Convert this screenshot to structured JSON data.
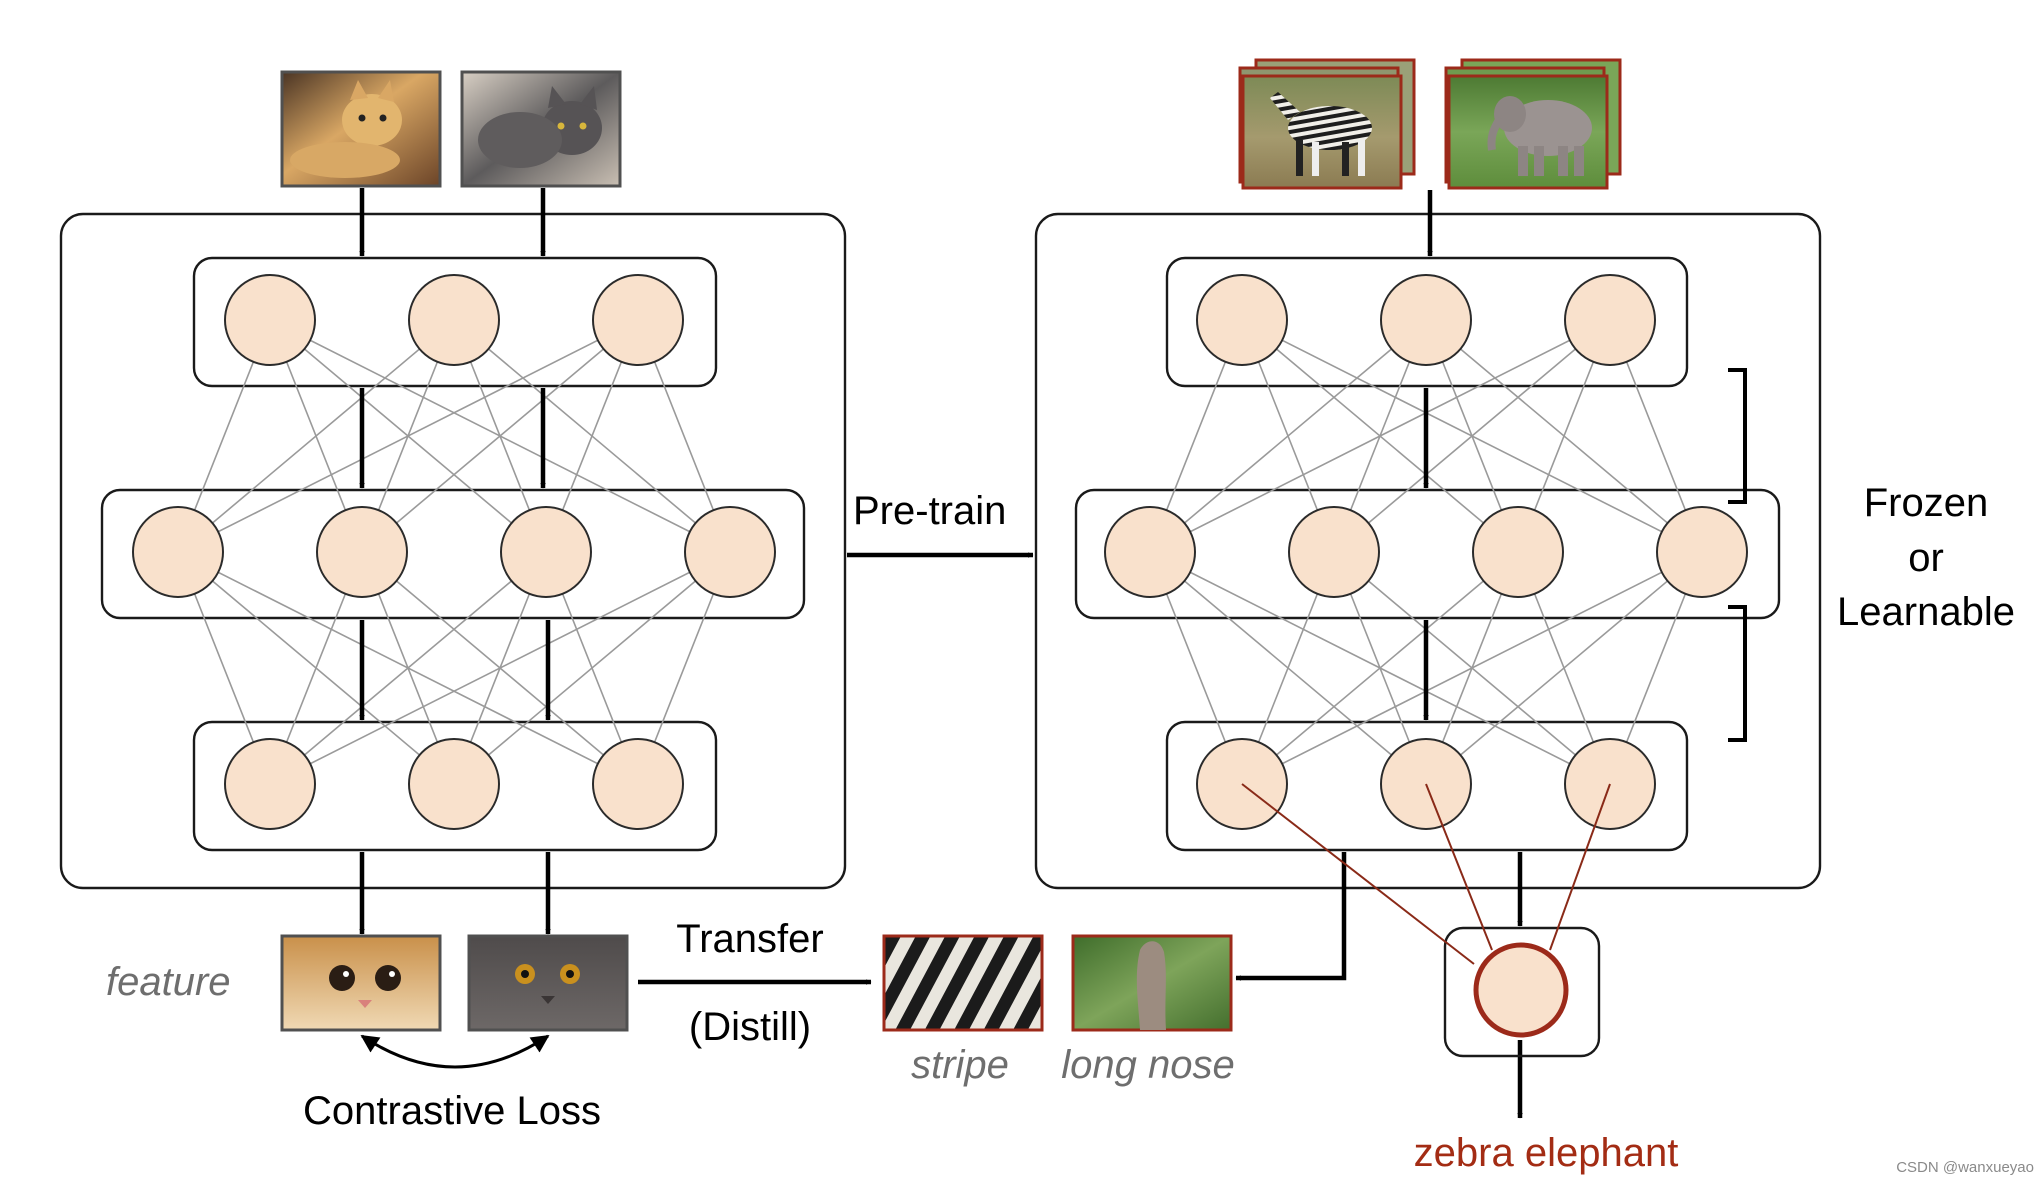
{
  "labels": {
    "pretrain": "Pre-train",
    "frozen_line1": "Frozen",
    "frozen_line2": "or",
    "frozen_line3": "Learnable",
    "feature": "feature",
    "transfer": "Transfer",
    "distill": "(Distill)",
    "contrastive_loss": "Contrastive Loss",
    "stripe": "stripe",
    "long_nose": "long nose",
    "output": "zebra elephant",
    "watermark": "CSDN @wanxueyao"
  },
  "images": {
    "cat_orange_input": "orange cat photo",
    "cat_grey_input": "grey cat photo",
    "zebra_input": "zebra photo stack",
    "elephant_input": "elephant photo stack",
    "cat_orange_feature": "orange cat face crop",
    "cat_grey_feature": "grey cat face crop",
    "stripe_feature": "zebra stripe patch",
    "nose_feature": "elephant trunk patch"
  },
  "network": {
    "layer_sizes": [
      3,
      4,
      3
    ]
  },
  "colors": {
    "node_fill": "#f9e1cc",
    "node_stroke": "#2b2b2b",
    "box_stroke": "#1a1a1a",
    "connection": "#9a9a9a",
    "arrow": "#000000",
    "accent_red": "#9c2a1a",
    "output_text": "#a32c14",
    "italic_grey": "#6e6e6e",
    "watermark": "#8a8a8a"
  }
}
